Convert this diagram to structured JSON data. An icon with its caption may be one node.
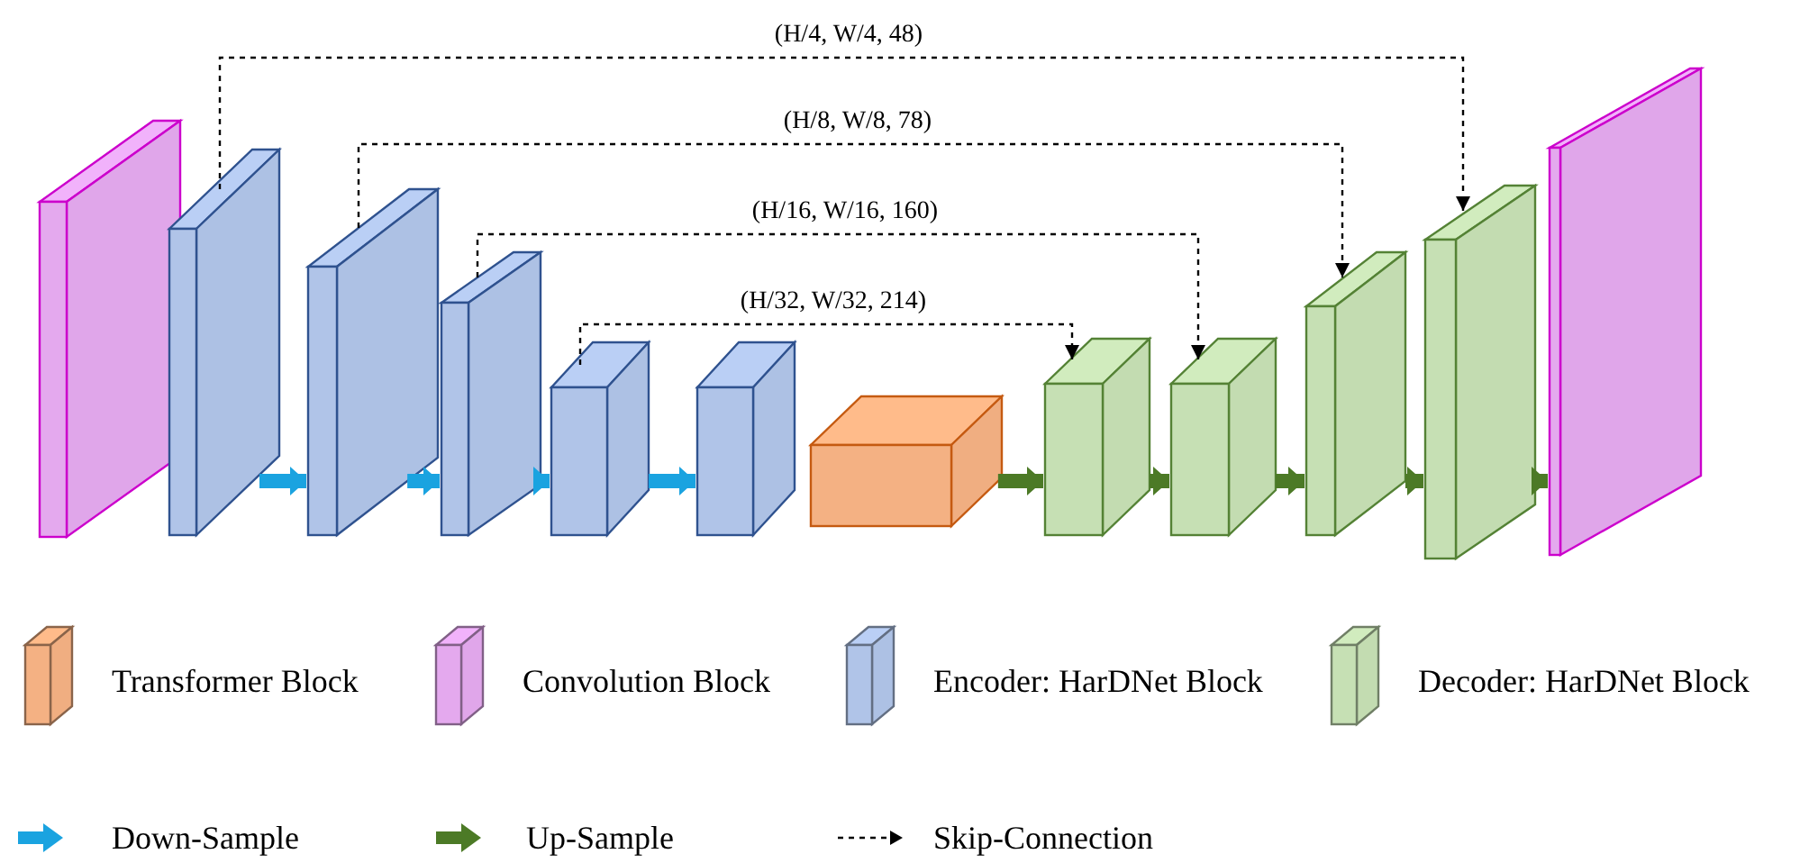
{
  "diagram": {
    "nodes": [
      {
        "text": [],
        "shape": "box"
      },
      {
        "text": [],
        "shape": "box"
      },
      {
        "text": [],
        "shape": "box"
      },
      {
        "text": [],
        "shape": "box"
      },
      {
        "text": [],
        "shape": "box"
      },
      {
        "text": [],
        "shape": "box"
      },
      {
        "text": [],
        "shape": "box"
      },
      {
        "text": [],
        "shape": "box"
      },
      {
        "text": [],
        "shape": "box"
      },
      {
        "text": [],
        "shape": "box"
      },
      {
        "text": [],
        "shape": "box"
      },
      {
        "text": [],
        "shape": "box"
      }
    ],
    "edges": [
      {
        "from": 1,
        "to": 10,
        "arrow": "to",
        "label": "(H/4, W/4, 48)",
        "style": "dashed",
        "color": "#000000"
      },
      {
        "from": 2,
        "to": 9,
        "arrow": "to",
        "label": "(H/8, W/8, 78)",
        "style": "dashed",
        "color": "#000000"
      },
      {
        "from": 3,
        "to": 8,
        "arrow": "to",
        "label": "(H/16, W/16, 160)",
        "style": "dashed",
        "color": "#000000"
      },
      {
        "from": 4,
        "to": 7,
        "arrow": "to",
        "label": "(H/32, W/32, 214)",
        "style": "dashed",
        "color": "#000000"
      },
      {
        "from": 1,
        "to": 2,
        "arrow": "to",
        "color": "#1aa3e0"
      },
      {
        "from": 2,
        "to": 3,
        "arrow": "to",
        "color": "#1aa3e0"
      },
      {
        "from": 3,
        "to": 4,
        "arrow": "to",
        "color": "#1aa3e0"
      },
      {
        "from": 4,
        "to": 5,
        "arrow": "to",
        "color": "#1aa3e0"
      },
      {
        "from": 6,
        "to": 7,
        "arrow": "to",
        "color": "#4c7a26"
      },
      {
        "from": 7,
        "to": 8,
        "arrow": "to",
        "color": "#4c7a26"
      },
      {
        "from": 8,
        "to": 9,
        "arrow": "to",
        "color": "#4c7a26"
      },
      {
        "from": 9,
        "to": 10,
        "arrow": "to",
        "color": "#4c7a26"
      },
      {
        "from": 10,
        "to": 11,
        "arrow": "to",
        "color": "#4c7a26"
      }
    ],
    "legend": [
      {
        "text": "Transformer Block",
        "color": "#f4b183"
      },
      {
        "text": "Convolution Block",
        "color": "#e4a9ee"
      },
      {
        "text": "Encoder: HarDNet Block",
        "color": "#b0c4e8"
      },
      {
        "text": "Decoder: HarDNet Block",
        "color": "#c6e0b4"
      },
      {
        "text": "Down-Sample"
      },
      {
        "text": "Up-Sample"
      },
      {
        "text": "Skip-Connection"
      }
    ]
  }
}
